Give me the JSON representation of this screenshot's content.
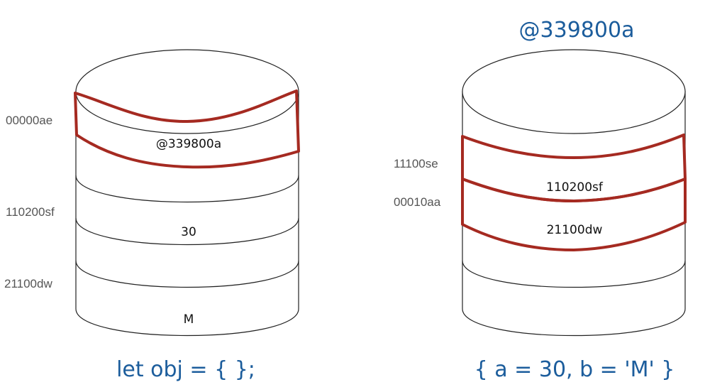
{
  "colors": {
    "highlight": "#a52a21",
    "caption": "#1c5d9c",
    "address": "#555555"
  },
  "left": {
    "addresses": [
      "00000ae",
      "110200sf",
      "21100dw"
    ],
    "cells": [
      "@339800a",
      "30",
      "M"
    ],
    "caption": "let obj = { };"
  },
  "right": {
    "title": "@339800a",
    "addresses": [
      "11100se",
      "00010aa"
    ],
    "cells": [
      "110200sf",
      "21100dw"
    ],
    "caption": "{ a = 30, b = 'M' }"
  }
}
